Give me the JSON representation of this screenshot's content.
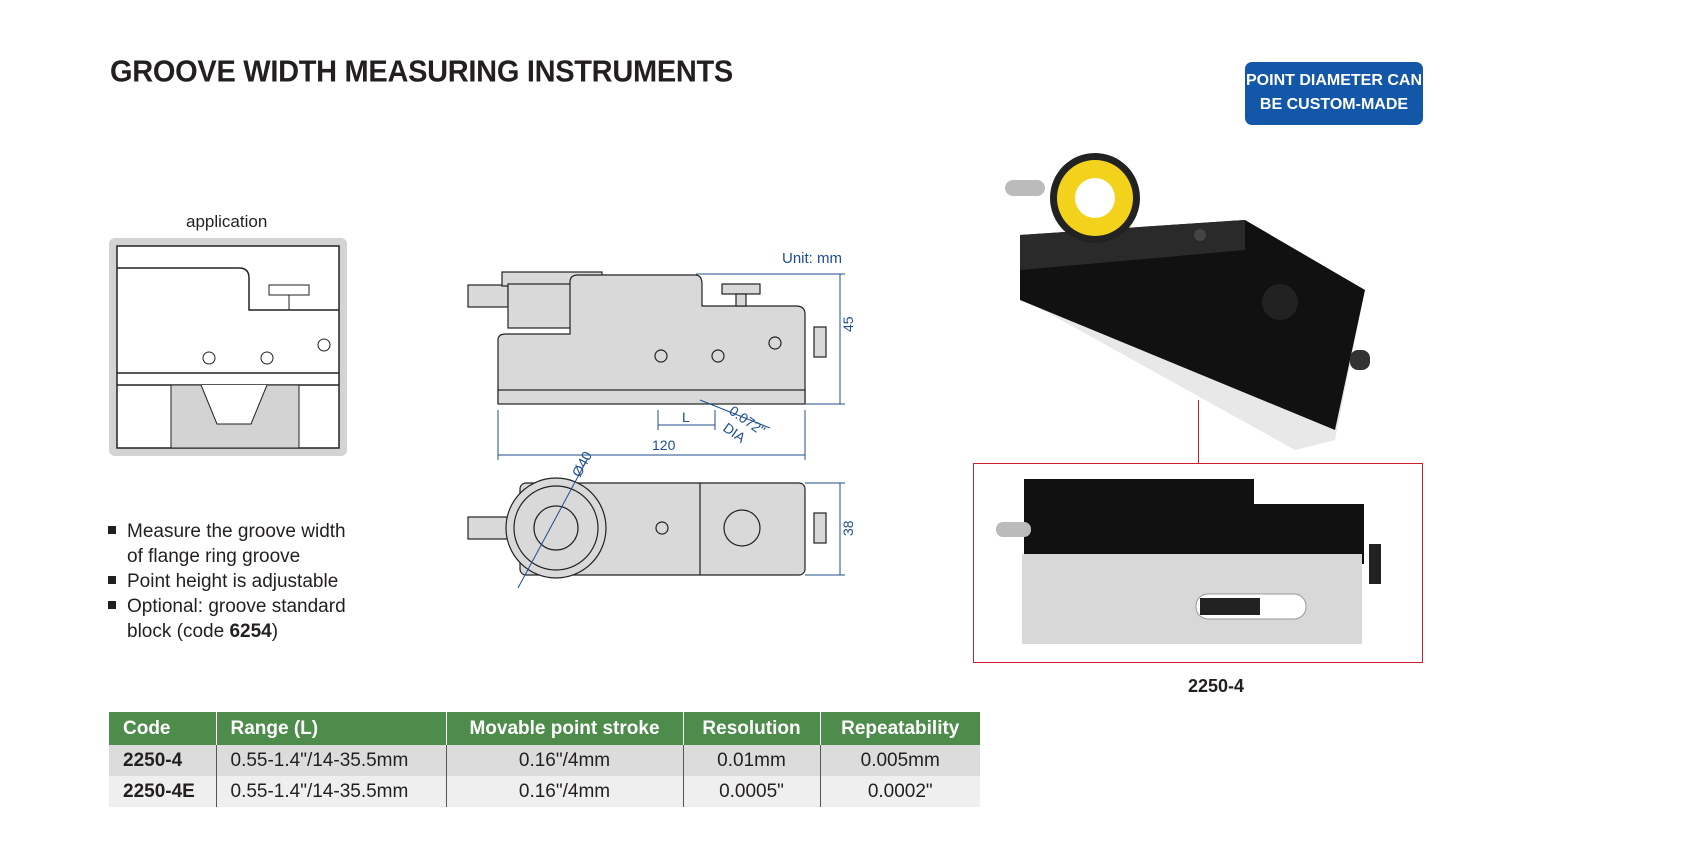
{
  "title": "GROOVE WIDTH MEASURING INSTRUMENTS",
  "badge": {
    "line1": "POINT DIAMETER CAN",
    "line2": "BE CUSTOM-MADE",
    "color": "#1358a8"
  },
  "application_label": "application",
  "drawing": {
    "unit": "Unit: mm",
    "dim_length": "120",
    "dim_height": "45",
    "dim_width": "38",
    "dim_dial": "Ø40",
    "dim_L": "L",
    "dim_point": "0.072\"",
    "dim_point2": "DIA"
  },
  "features": [
    {
      "line1": "Measure the groove width",
      "line2": "of flange ring groove"
    },
    {
      "line1": "Point height is adjustable"
    },
    {
      "line1": "Optional: groove standard",
      "line2_pre": "block (code ",
      "line2_code": "6254",
      "line2_post": ")"
    }
  ],
  "photo_caption": "2250-4",
  "table": {
    "headers": [
      "Code",
      "Range (L)",
      "Movable point stroke",
      "Resolution",
      "Repeatability"
    ],
    "header_color": "#4d8c4a",
    "rows": [
      [
        "2250-4",
        "0.55-1.4\"/14-35.5mm",
        "0.16\"/4mm",
        "0.01mm",
        "0.005mm"
      ],
      [
        "2250-4E",
        "0.55-1.4\"/14-35.5mm",
        "0.16\"/4mm",
        "0.0005\"",
        "0.0002\""
      ]
    ]
  }
}
